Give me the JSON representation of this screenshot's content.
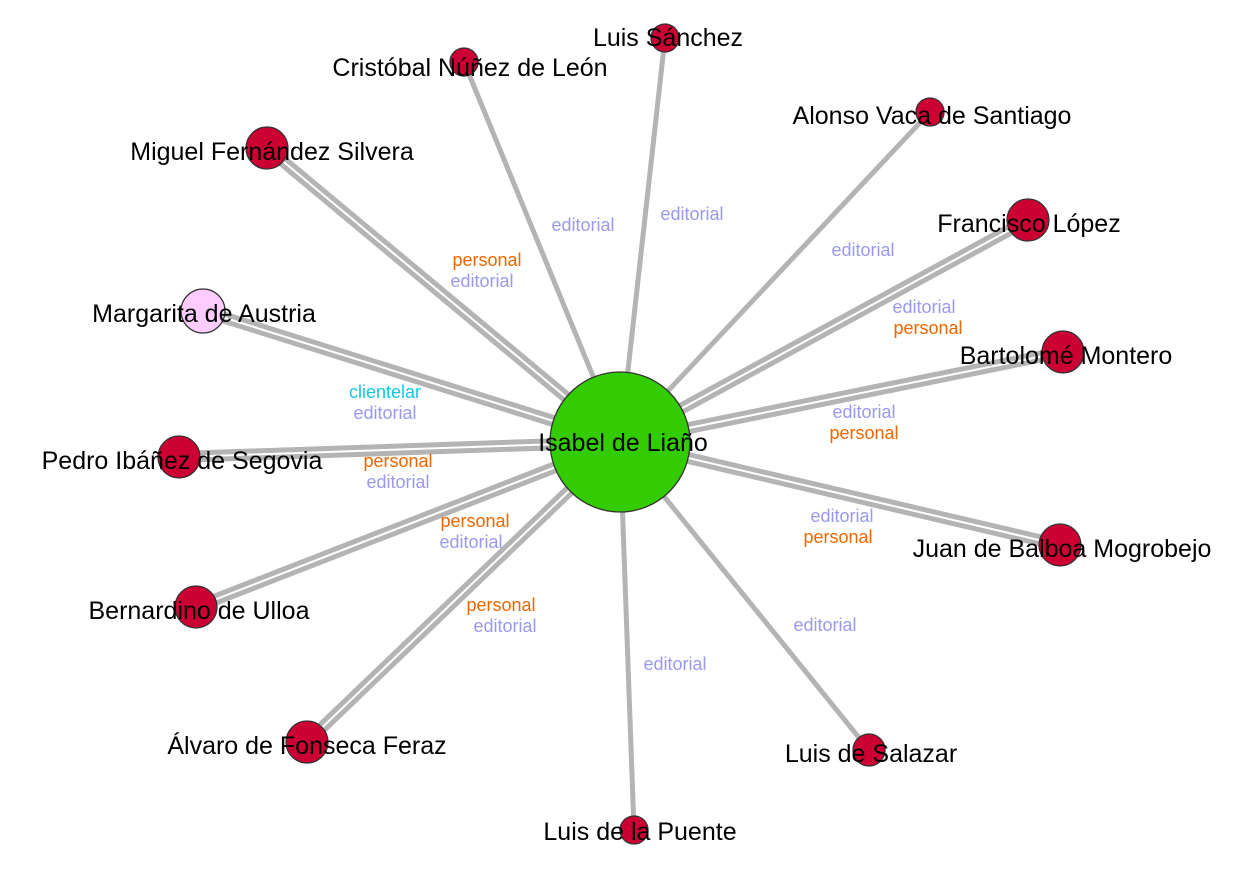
{
  "colors": {
    "center": "#33cc00",
    "person": "#cc0033",
    "royal": "#ffccff",
    "edge": "#b4b4b4",
    "editorial": "#9999ee",
    "personal": "#ee6600",
    "clientelar": "#11c8e0"
  },
  "center": {
    "name": "Isabel de Liaño"
  },
  "nodes": [
    {
      "name": "Luis Sánchez",
      "kind": "person",
      "relations": [
        "editorial"
      ]
    },
    {
      "name": "Cristóbal Núñez de León",
      "kind": "person",
      "relations": [
        "editorial"
      ]
    },
    {
      "name": "Alonso Vaca de Santiago",
      "kind": "person",
      "relations": [
        "editorial"
      ]
    },
    {
      "name": "Miguel Fernández Silvera",
      "kind": "person",
      "relations": [
        "personal",
        "editorial"
      ]
    },
    {
      "name": "Francisco López",
      "kind": "person",
      "relations": [
        "editorial",
        "personal"
      ]
    },
    {
      "name": "Margarita de Austria",
      "kind": "royal",
      "relations": [
        "clientelar",
        "editorial"
      ]
    },
    {
      "name": "Bartolomé Montero",
      "kind": "person",
      "relations": [
        "editorial",
        "personal"
      ]
    },
    {
      "name": "Pedro Ibáñez de Segovia",
      "kind": "person",
      "relations": [
        "personal",
        "editorial"
      ]
    },
    {
      "name": "Juan de Balboa Mogrobejo",
      "kind": "person",
      "relations": [
        "editorial",
        "personal"
      ]
    },
    {
      "name": "Bernardino de Ulloa",
      "kind": "person",
      "relations": [
        "personal",
        "editorial"
      ]
    },
    {
      "name": "Álvaro de Fonseca Feraz",
      "kind": "person",
      "relations": [
        "personal",
        "editorial"
      ]
    },
    {
      "name": "Luis de Salazar",
      "kind": "person",
      "relations": [
        "editorial"
      ]
    },
    {
      "name": "Luis de la Puente",
      "kind": "person",
      "relations": [
        "editorial"
      ]
    }
  ]
}
